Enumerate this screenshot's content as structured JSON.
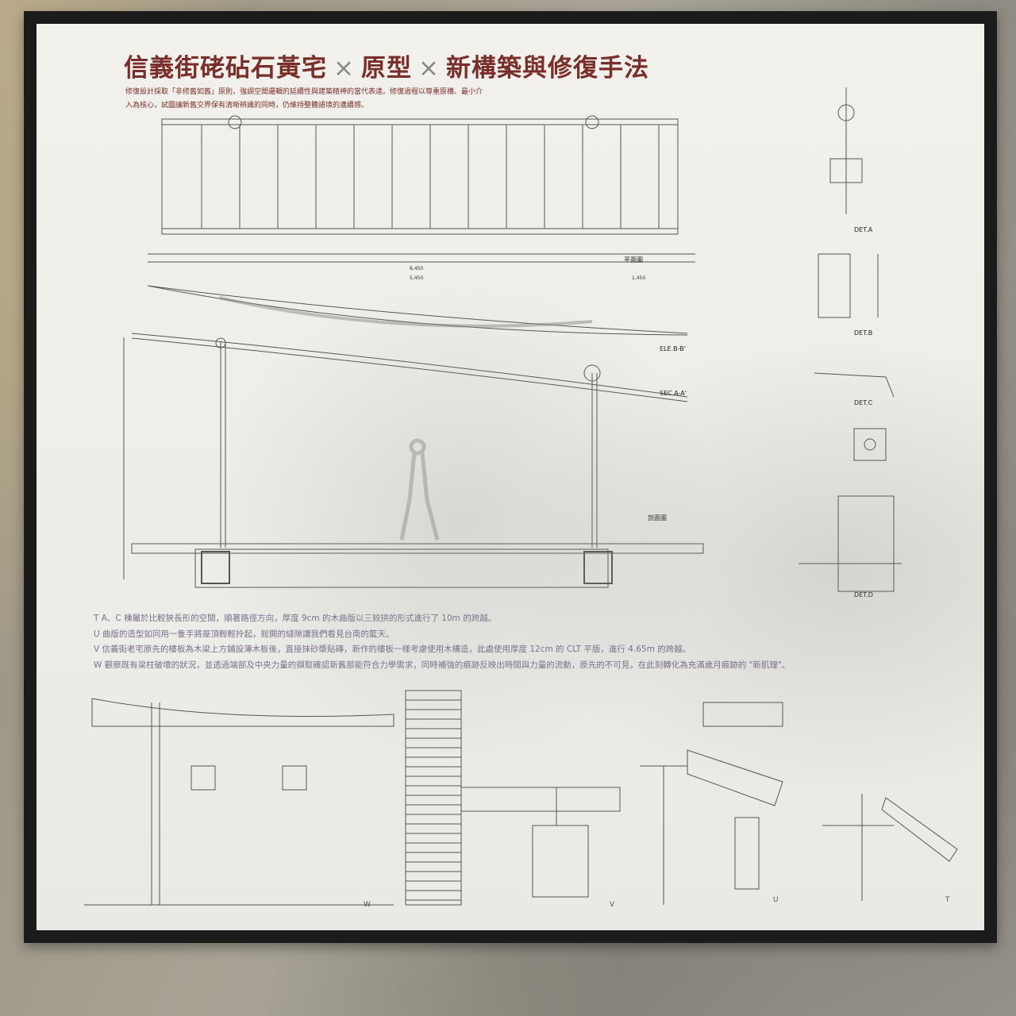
{
  "poster": {
    "title_parts": [
      "信義街硓砧石黃宅",
      "原型",
      "新構築與修復手法"
    ],
    "title_separator": "×",
    "intro_lines": [
      "修復設計採取「非修舊如舊」原則，強調空間邏輯的延續性與建築精神的當代表達。修復過程以尊重原構、最小介",
      "入為核心，試圖讓新舊交界保有清晰辨識的同時，仍維持整體語境的連續感。"
    ],
    "notes": [
      "T A、C 棟屬於比較狹長形的空間，順著路徑方向，厚度 9cm 的木曲版以三鉸拱的形式進行了 10m 的跨越。",
      "U 曲版的造型如同用一隻手將屋頂輕輕拎起，館開的縫隙讓我們看見台南的藍天。",
      "V 信義街老宅原先的樓板為木梁上方鋪設薄木板後，直接抹砂漿貼磚，新作的樓板一樣考慮使用木構造，此處使用厚度 12cm 的 CLT 平版，進行 4.65m 的跨越。",
      "W 觀察既有梁柱破壞的狀況，並透過端部及中央力量的擷取確認新舊部能符合力學需求，同時補強的痕跡反映出時間與力量的流動，原先的不可見，在此刻轉化為充滿歲月痕跡的 \"新肌理\"。"
    ],
    "drawing_tags": {
      "plan": "平面圖",
      "section": "剖面圖",
      "ele_bb": "ELE.B-B'",
      "sec_aa": "SEC.A-A'",
      "det_a": "DET.A",
      "det_b": "DET.B",
      "det_c": "DET.C",
      "det_d": "DET.D",
      "dim_total": "8,450",
      "dim_left": "5,450",
      "dim_right": "1,450"
    },
    "detail_labels": [
      "W",
      "V",
      "U",
      "T"
    ]
  },
  "colors": {
    "title": "#7a2e2a",
    "notes": "#7b6f8a",
    "frame": "#1b1b1c"
  }
}
